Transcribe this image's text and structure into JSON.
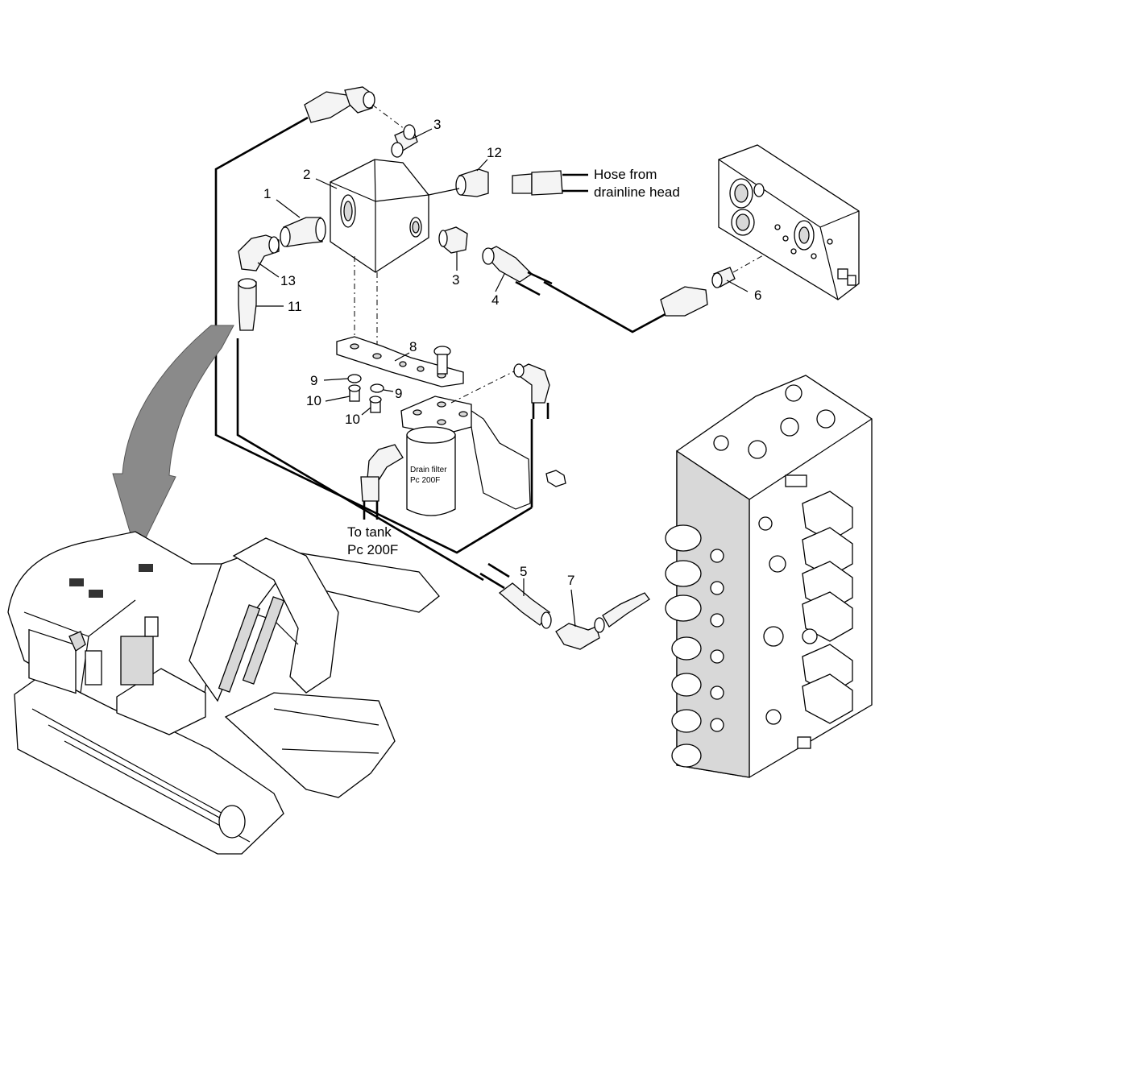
{
  "callouts": [
    {
      "id": "1",
      "text": "1"
    },
    {
      "id": "2",
      "text": "2"
    },
    {
      "id": "3a",
      "text": "3"
    },
    {
      "id": "3b",
      "text": "3"
    },
    {
      "id": "4",
      "text": "4"
    },
    {
      "id": "5",
      "text": "5"
    },
    {
      "id": "6",
      "text": "6"
    },
    {
      "id": "7",
      "text": "7"
    },
    {
      "id": "8",
      "text": "8"
    },
    {
      "id": "9a",
      "text": "9"
    },
    {
      "id": "9b",
      "text": "9"
    },
    {
      "id": "10a",
      "text": "10"
    },
    {
      "id": "10b",
      "text": "10"
    },
    {
      "id": "11",
      "text": "11"
    },
    {
      "id": "12",
      "text": "12"
    },
    {
      "id": "13",
      "text": "13"
    }
  ],
  "notes": {
    "hose_from": [
      "Hose from",
      "drainline head"
    ],
    "to_tank": [
      "To tank",
      "Pc 200F"
    ],
    "filter_label": [
      "Drain filter",
      "Pc 200F"
    ]
  }
}
